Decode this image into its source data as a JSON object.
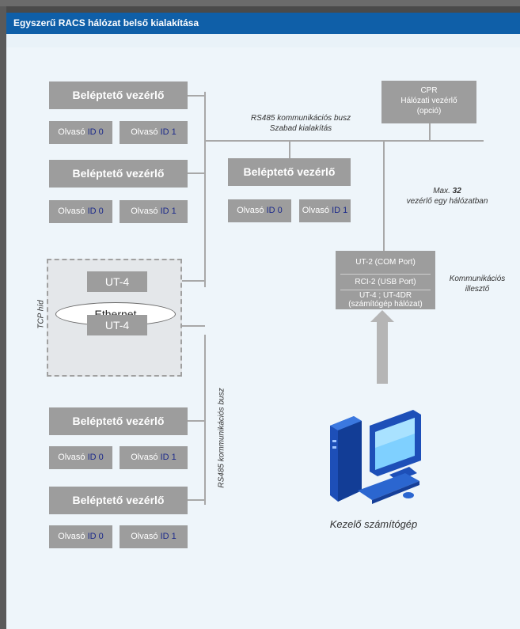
{
  "header": {
    "title": "Egyszerű RACS hálózat belső kialakítása"
  },
  "controller_label": "Beléptető vezérlő",
  "reader_word": "Olvasó",
  "id0": "ID 0",
  "id1": "ID 1",
  "cpr": {
    "line1": "CPR",
    "line2": "Hálózati vezérlő",
    "line3": "(opció)"
  },
  "bus_top": {
    "line1": "RS485 kommunikációs busz",
    "line2": "Szabad kialakítás"
  },
  "max_note": {
    "prefix": "Max. ",
    "number": "32",
    "line2": "vezérlő egy hálózatban"
  },
  "ut4": "UT-4",
  "ethernet": "Ethernet",
  "tcp_label": "TCP híd",
  "bus_vertical": "RS485 kommunikációs busz",
  "comm": {
    "line1": "UT-2 (COM Port)",
    "line2": "RCI-2 (USB Port)",
    "line3": "UT-4 ; UT-4DR",
    "line4": "(számítógép hálózat)"
  },
  "comm_label": {
    "line1": "Kommunikációs",
    "line2": "illesztő"
  },
  "pc_label": "Kezelő számítógép",
  "colors": {
    "header_bg": "#0f5fa8",
    "box_gray": "#9d9d9d",
    "id_blue": "#1c2a8a",
    "panel_bg": "#eef5fa"
  }
}
